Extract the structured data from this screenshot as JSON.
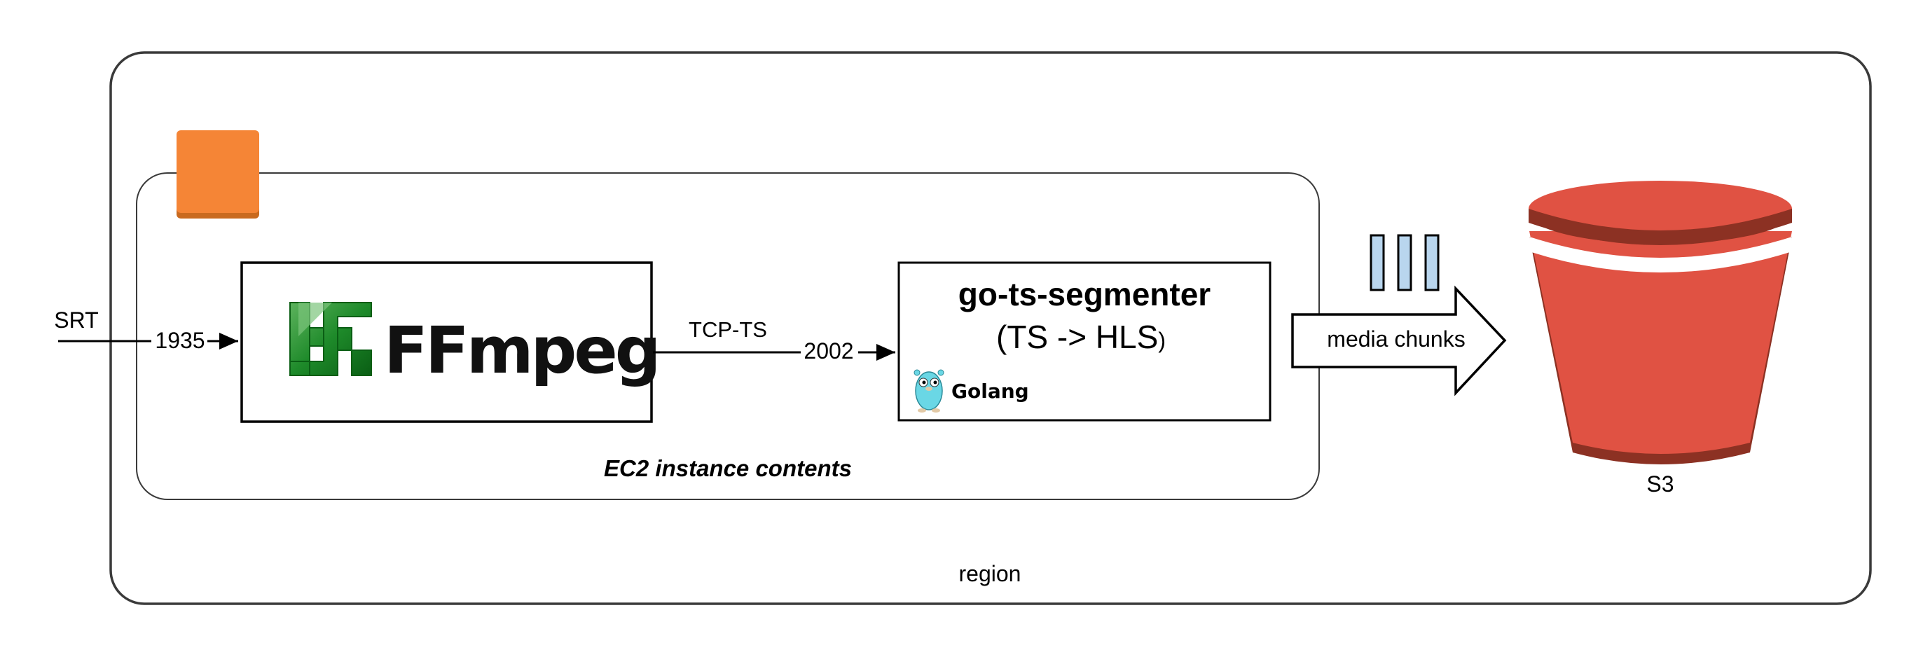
{
  "region": {
    "label": "region"
  },
  "ec2": {
    "label": "EC2 instance contents",
    "icon": "ec2-instance-icon",
    "icon_color": "#F58536"
  },
  "input": {
    "protocol_label": "SRT",
    "port_label": "1935"
  },
  "ffmpeg": {
    "logo_text": "FFmpeg",
    "logo_icon": "ffmpeg-logo-icon",
    "logo_color": "#0B7A1B"
  },
  "link": {
    "protocol_label": "TCP-TS",
    "port_label": "2002"
  },
  "segmenter": {
    "title": "go-ts-segmenter",
    "subtitle_main": "(TS -> HLS",
    "subtitle_paren": ")",
    "golang_label": "Golang",
    "golang_icon": "gopher-icon",
    "gopher_color": "#6AD7E5"
  },
  "output": {
    "arrow_label": "media chunks",
    "chunk_count": 3,
    "chunk_color": "#B9D6EE"
  },
  "s3": {
    "label": "S3",
    "icon": "s3-bucket-icon",
    "bucket_color": "#E05243",
    "bucket_dark": "#8C3123"
  }
}
